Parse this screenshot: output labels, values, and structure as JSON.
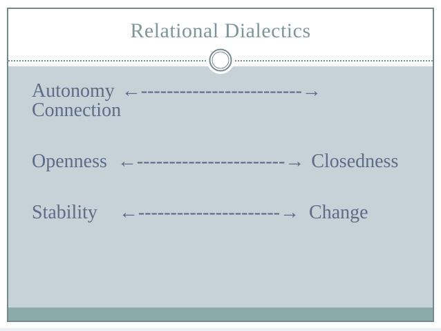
{
  "slide": {
    "title": "Relational Dialectics",
    "rows": [
      {
        "left": "Autonomy",
        "arrow": "←-------------------------→",
        "right": "Connection"
      },
      {
        "left": "Openness",
        "arrow": "←-----------------------→",
        "right": "Closedness"
      },
      {
        "left": "Stability",
        "arrow": "←----------------------→",
        "right": "Change"
      }
    ],
    "colors": {
      "frame_border": "#75888c",
      "title_text": "#7f9697",
      "body_background": "#c6d1d8",
      "body_text": "#5d6c87",
      "accent_band": "#8aabaa"
    }
  }
}
